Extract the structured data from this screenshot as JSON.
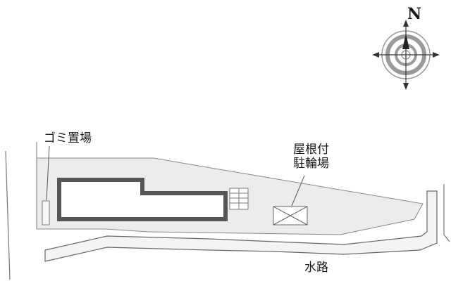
{
  "labels": {
    "garbage": "ゴミ置場",
    "bike_parking_line1": "屋根付",
    "bike_parking_line2": "駐輪場",
    "waterway": "水路",
    "north": "N"
  },
  "colors": {
    "lot_fill": "#ececec",
    "building_border": "#555555",
    "water_fill": "#f4f4f4",
    "line": "#666666",
    "compass_gray": "#9a9a9a"
  },
  "icons": [
    "compass-rose-icon"
  ]
}
